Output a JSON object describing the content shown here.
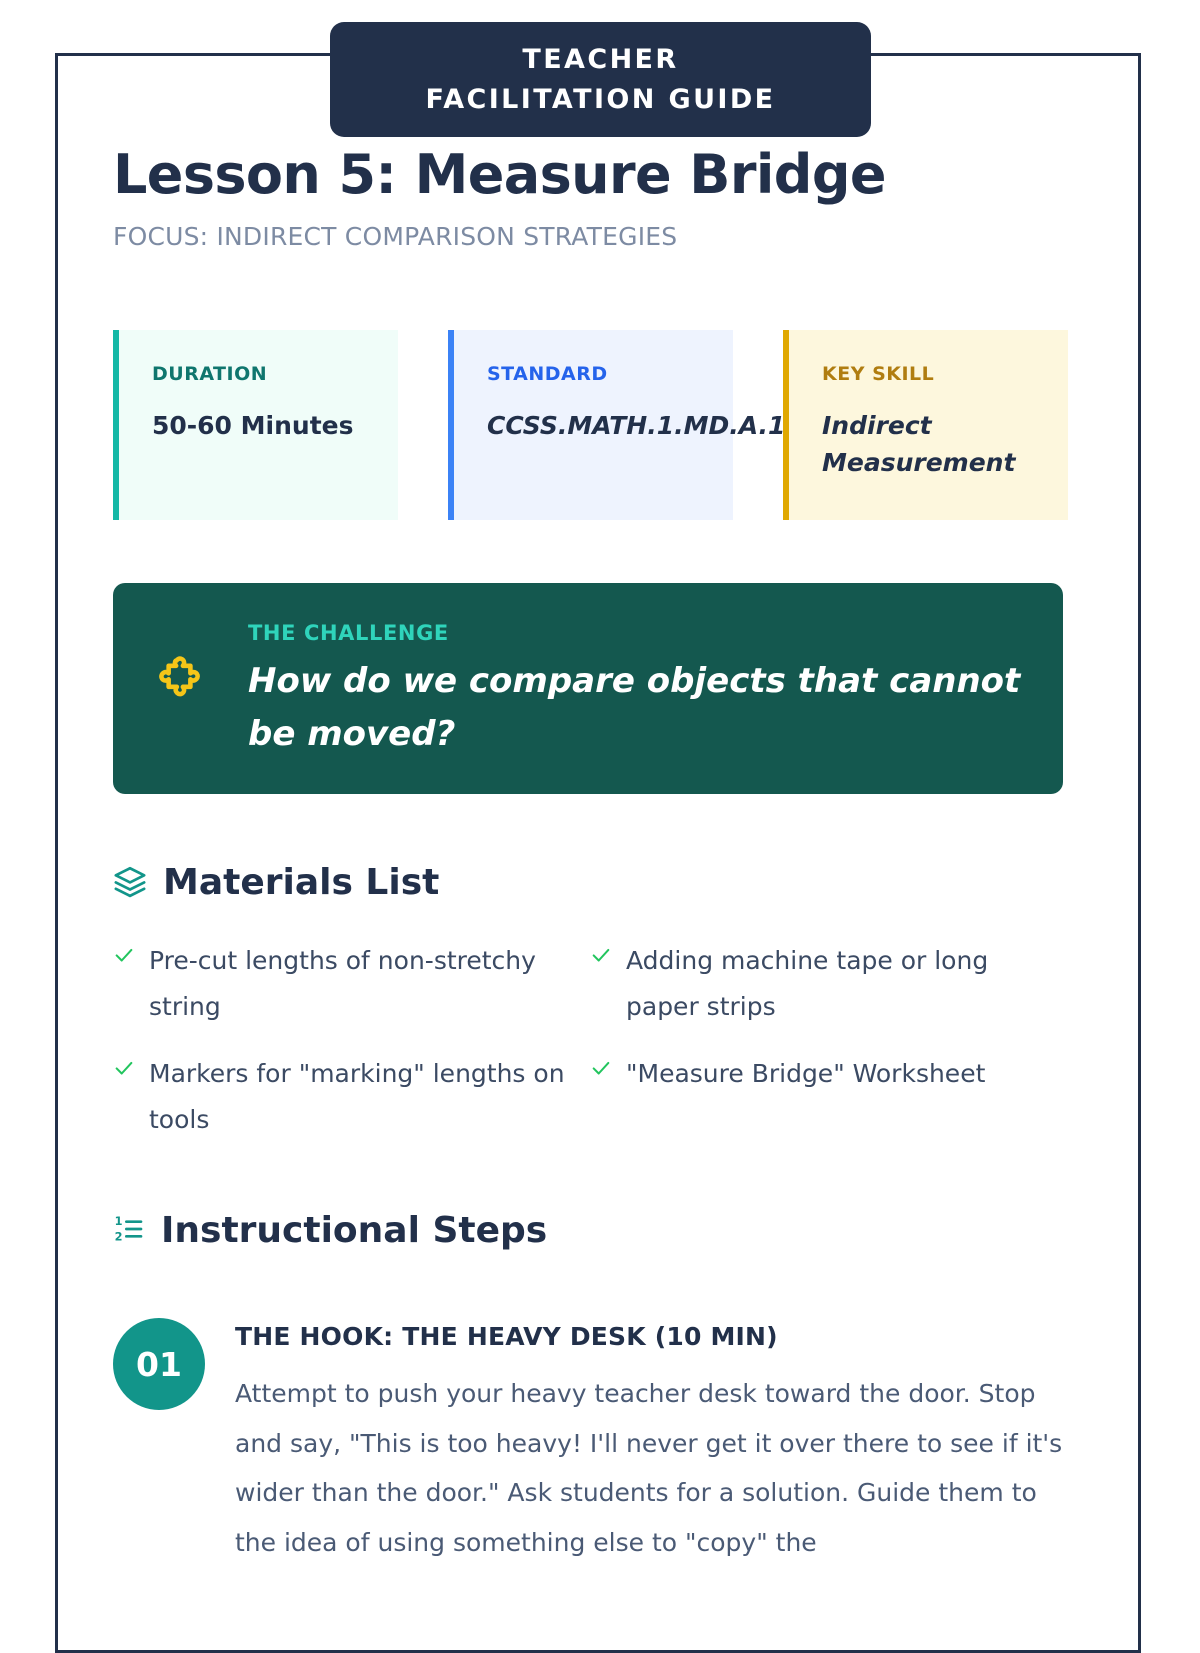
{
  "badge": {
    "line1": "TEACHER",
    "line2": "FACILITATION GUIDE"
  },
  "header": {
    "title": "Lesson 5: Measure Bridge",
    "focus": "FOCUS: INDIRECT COMPARISON STRATEGIES"
  },
  "info_cards": [
    {
      "label": "DURATION",
      "value": "50-60 Minutes",
      "accent": "#14b8a6",
      "background": "#f0fdf9",
      "label_color": "#0f766e"
    },
    {
      "label": "STANDARD",
      "value": "CCSS.MATH.1.MD.A.1",
      "accent": "#3b82f6",
      "background": "#eef3fe",
      "label_color": "#2563eb"
    },
    {
      "label": "KEY SKILL",
      "value": "Indirect Measurement",
      "accent": "#e0a800",
      "background": "#fdf7dd",
      "label_color": "#b07d10"
    }
  ],
  "challenge": {
    "icon": "puzzle-piece-icon",
    "kicker": "THE CHALLENGE",
    "question": "How do we compare objects that cannot be moved?",
    "background": "#14584f",
    "kicker_color": "#2fd4bb",
    "icon_color": "#f5c518"
  },
  "materials": {
    "icon": "layers-icon",
    "heading": "Materials List",
    "icon_color": "#12958a",
    "check_color": "#22c55e",
    "items": [
      "Pre-cut lengths of non-stretchy string",
      "Adding machine tape or long paper strips",
      "Markers for \"marking\" lengths on tools",
      "\"Measure Bridge\" Worksheet"
    ]
  },
  "steps_section": {
    "icon": "numbered-list-icon",
    "heading": "Instructional Steps",
    "icon_color": "#12958a",
    "steps": [
      {
        "number": "01",
        "title": "THE HOOK: THE HEAVY DESK (10 MIN)",
        "text": "Attempt to push your heavy teacher desk toward the door. Stop and say, \"This is too heavy! I'll never get it over there to see if it's wider than the door.\" Ask students for a solution. Guide them to the idea of using something else to \"copy\" the",
        "badge_color": "#12958a"
      }
    ]
  }
}
